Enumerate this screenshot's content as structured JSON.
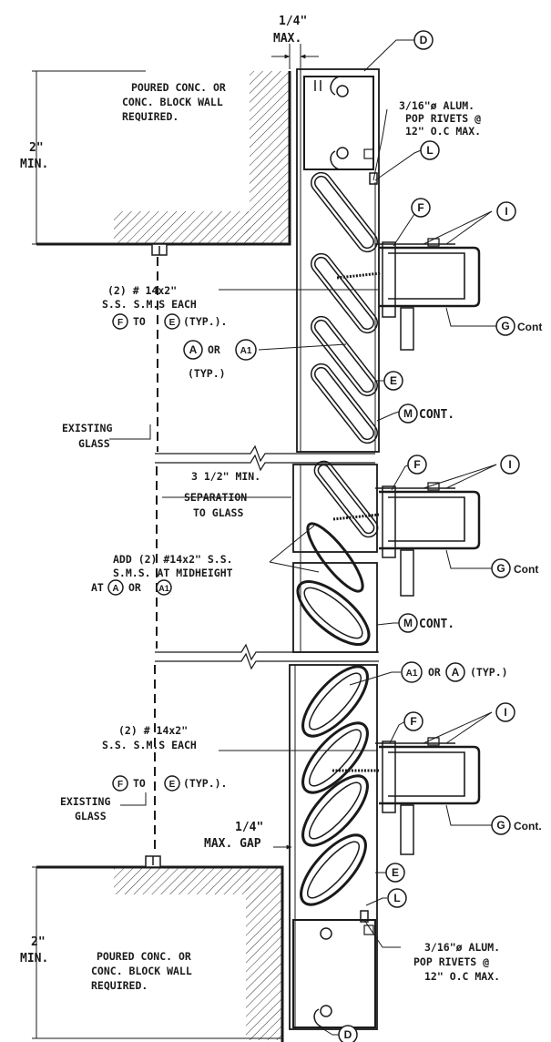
{
  "callouts": {
    "d_top": "D",
    "d_bottom": "D",
    "l_top": "L",
    "l_bottom": "L",
    "f1": "F",
    "f2": "F",
    "f3": "F",
    "i1": "I",
    "i2": "I",
    "i3": "I",
    "g1": "G",
    "g2": "G",
    "g3": "G",
    "e1": "E",
    "e2": "E",
    "m1": "M",
    "m2": "M",
    "a": "A",
    "a1": "A1"
  },
  "labels": {
    "max_quarter": [
      "1/4\"",
      "MAX."
    ],
    "wall_top": [
      "POURED CONC. OR",
      "CONC. BLOCK WALL",
      "REQUIRED."
    ],
    "wall_bottom": [
      "POURED CONC. OR",
      "CONC. BLOCK WALL",
      "REQUIRED."
    ],
    "min_top": [
      "2\"",
      "MIN."
    ],
    "min_bottom": [
      "2\"",
      "MIN."
    ],
    "rivets_top": [
      "3/16\"ø ALUM.",
      "POP RIVETS @",
      "12\" O.C MAX."
    ],
    "rivets_bottom": [
      "3/16\"ø ALUM.",
      "POP RIVETS @",
      "12\" O.C MAX."
    ],
    "sms_top": [
      "(2) # 14x2\"",
      "S.S. S.M.S EACH",
      "TO",
      "(TYP.)."
    ],
    "sms_bottom": [
      "(2) # 14x2\"",
      "S.S. S.M.S EACH",
      "TO",
      "(TYP.)."
    ],
    "a_or_a1": [
      "OR",
      "(TYP.)"
    ],
    "existing_glass_top": [
      "EXISTING",
      "GLASS"
    ],
    "existing_glass_bottom": [
      "EXISTING",
      "GLASS"
    ],
    "separation": [
      "3 1/2\" MIN.",
      "SEPARATION",
      "TO GLASS"
    ],
    "midheight": [
      "ADD (2) #14x2\" S.S.",
      "S.M.S. AT MIDHEIGHT",
      "AT",
      "OR"
    ],
    "a1_or_a": [
      "OR",
      "(TYP.)"
    ],
    "max_gap": [
      "1/4\"",
      "MAX. GAP"
    ],
    "g_cont_1": "Cont",
    "g_cont_2": "Cont",
    "g_cont_3": "Cont.",
    "m_cont_1": "CONT.",
    "m_cont_2": "CONT."
  }
}
